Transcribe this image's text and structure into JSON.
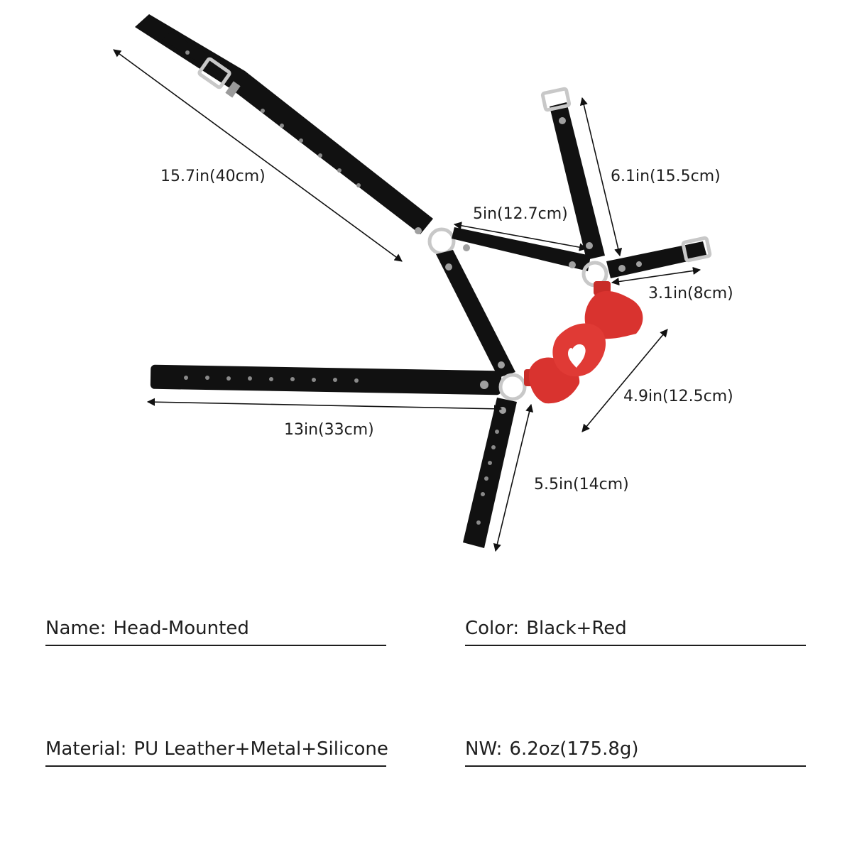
{
  "dimensions": {
    "main_strap": "15.7in(40cm)",
    "top_strap": "6.1in(15.5cm)",
    "middle_strap": "5in(12.7cm)",
    "side_strap": "3.1in(8cm)",
    "bow": "4.9in(12.5cm)",
    "left_strap": "13in(33cm)",
    "bottom_strap": "5.5in(14cm)"
  },
  "specs": {
    "name_label": "Name:",
    "name_value": "Head-Mounted",
    "color_label": "Color:",
    "color_value": "Black+Red",
    "material_label": "Material:",
    "material_value": "PU Leather+Metal+Silicone",
    "nw_label": "NW:",
    "nw_value": "6.2oz(175.8g)"
  },
  "colors": {
    "leather": "#111111",
    "bow": "#d9332f",
    "metal": "#c8c8c8",
    "text": "#1e1e1e"
  }
}
